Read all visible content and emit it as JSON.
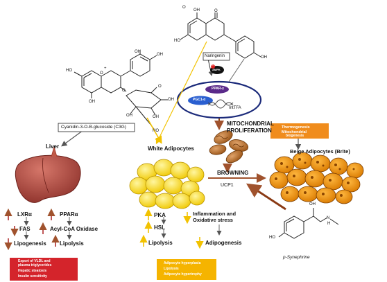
{
  "molecules": {
    "c3g": {
      "name": "Cyanidin-3-O-B-glucoside (C3G)",
      "oh": "OH",
      "ho": "HO",
      "o": "O",
      "plus": "+"
    },
    "naringenin": {
      "name": "Naringenin",
      "oh": "OH",
      "ho": "HO",
      "o": "O",
      "ampk": "AMPK",
      "p": "P"
    },
    "synephrine": {
      "name": "p-Synephrine",
      "ho": "HO",
      "oh": "OH",
      "n": "N",
      "h": "H"
    }
  },
  "nucleus": {
    "ppar": "PPAR-γ",
    "pgc": "PGC1-α",
    "mtfa": "mtTFA"
  },
  "labels": {
    "mitochondrial_1": "MITOCHONDRIAL",
    "mitochondrial_2": "PROLIFERATION",
    "liver": "Liver",
    "white": "White Adipocytes",
    "beige": "Beige Adipocytes (Brite)",
    "browning": "BROWNING",
    "ucp1": "UCP1"
  },
  "orange_box": {
    "line1": "Thermogenesis",
    "line2": "Mitochondrial",
    "line3": "biogenesis",
    "color": "#f08c1c"
  },
  "liver_effects": {
    "lxr": "LXRα",
    "ppar": "PPARα",
    "fas": "FAS",
    "acyl": "Acyl-CoA Oxidase",
    "lipogenesis": "Lipogenesis",
    "lipolysis": "Lipolysis"
  },
  "red_box": {
    "line1": "Export of VLDL and",
    "line2": "plasma triglycerides",
    "line3": "Hepatic steatosis",
    "line4": "Insulin sensitivity",
    "color": "#d4242b"
  },
  "white_effects": {
    "pka": "PKA",
    "hsl": "HSL",
    "lipolysis": "Lipolysis",
    "inflam1": "Inflammation and",
    "inflam2": "Oxidative stress",
    "adipo": "Adipogenesis"
  },
  "yellow_box": {
    "line1": "Adipocyte hyperplasia",
    "line2": "Lipolysis",
    "line3": "Adipocyte hypertrophy",
    "color": "#f5b400"
  }
}
